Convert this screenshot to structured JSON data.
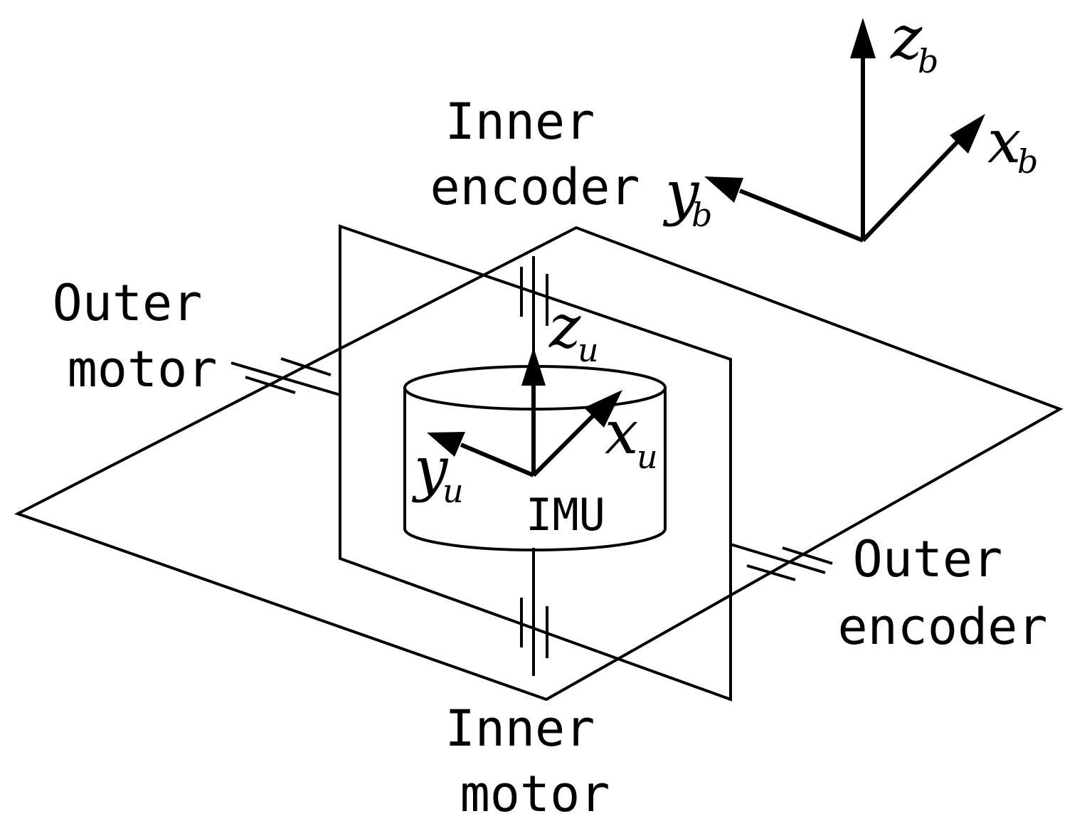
{
  "labels": {
    "inner_encoder": [
      "Inner",
      "encoder"
    ],
    "outer_motor": [
      "Outer",
      "motor"
    ],
    "outer_encoder": [
      "Outer",
      "encoder"
    ],
    "inner_motor": [
      "Inner",
      "motor"
    ],
    "imu": "IMU"
  },
  "body_axes": {
    "z": {
      "main": "z",
      "sub": "b"
    },
    "x": {
      "main": "x",
      "sub": "b"
    },
    "y": {
      "main": "y",
      "sub": "b"
    }
  },
  "imu_axes": {
    "z": {
      "main": "z",
      "sub": "u"
    },
    "x": {
      "main": "x",
      "sub": "u"
    },
    "y": {
      "main": "y",
      "sub": "u"
    }
  }
}
